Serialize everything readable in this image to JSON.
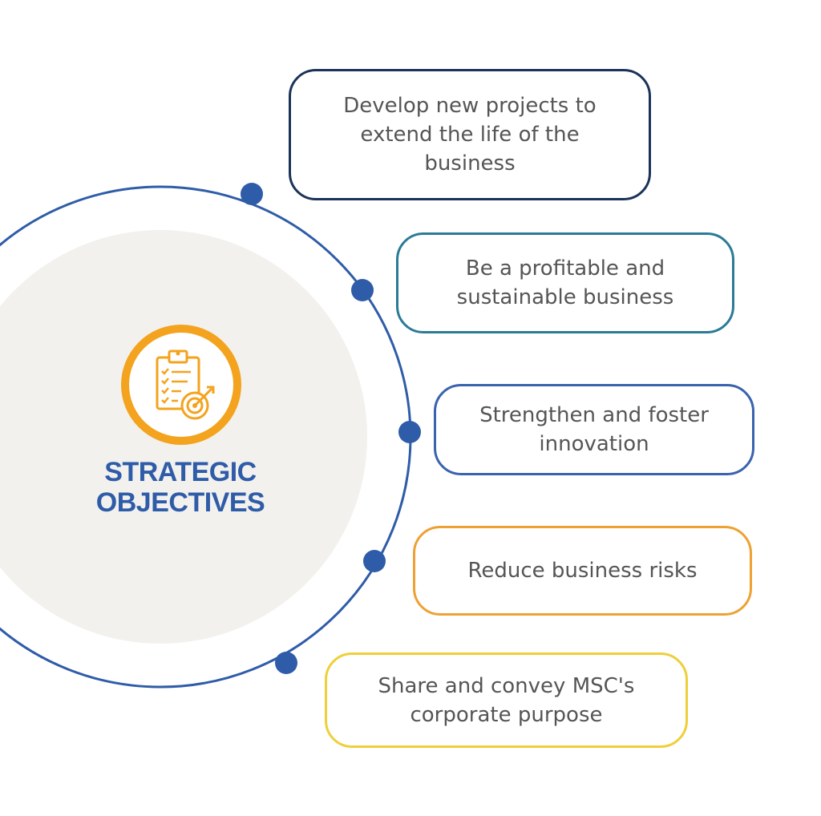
{
  "hub": {
    "title": "STRATEGIC\nOBJECTIVES",
    "icon": "clipboard-target-icon"
  },
  "colors": {
    "ring": "#2f5ca8",
    "node": "#2f5ca8",
    "hub_fill": "#f2f1ee",
    "icon_accent": "#f3a31d",
    "text": "#555555"
  },
  "objectives": [
    {
      "text": "Develop new projects to\nextend the life of the\nbusiness",
      "border_color": "#1b3358"
    },
    {
      "text": "Be a profitable and\nsustainable business",
      "border_color": "#2b7a96"
    },
    {
      "text": "Strengthen and foster\ninnovation",
      "border_color": "#3a63ae"
    },
    {
      "text": "Reduce business risks",
      "border_color": "#eea133"
    },
    {
      "text": "Share and convey MSC's\ncorporate purpose",
      "border_color": "#efcf3a"
    }
  ]
}
